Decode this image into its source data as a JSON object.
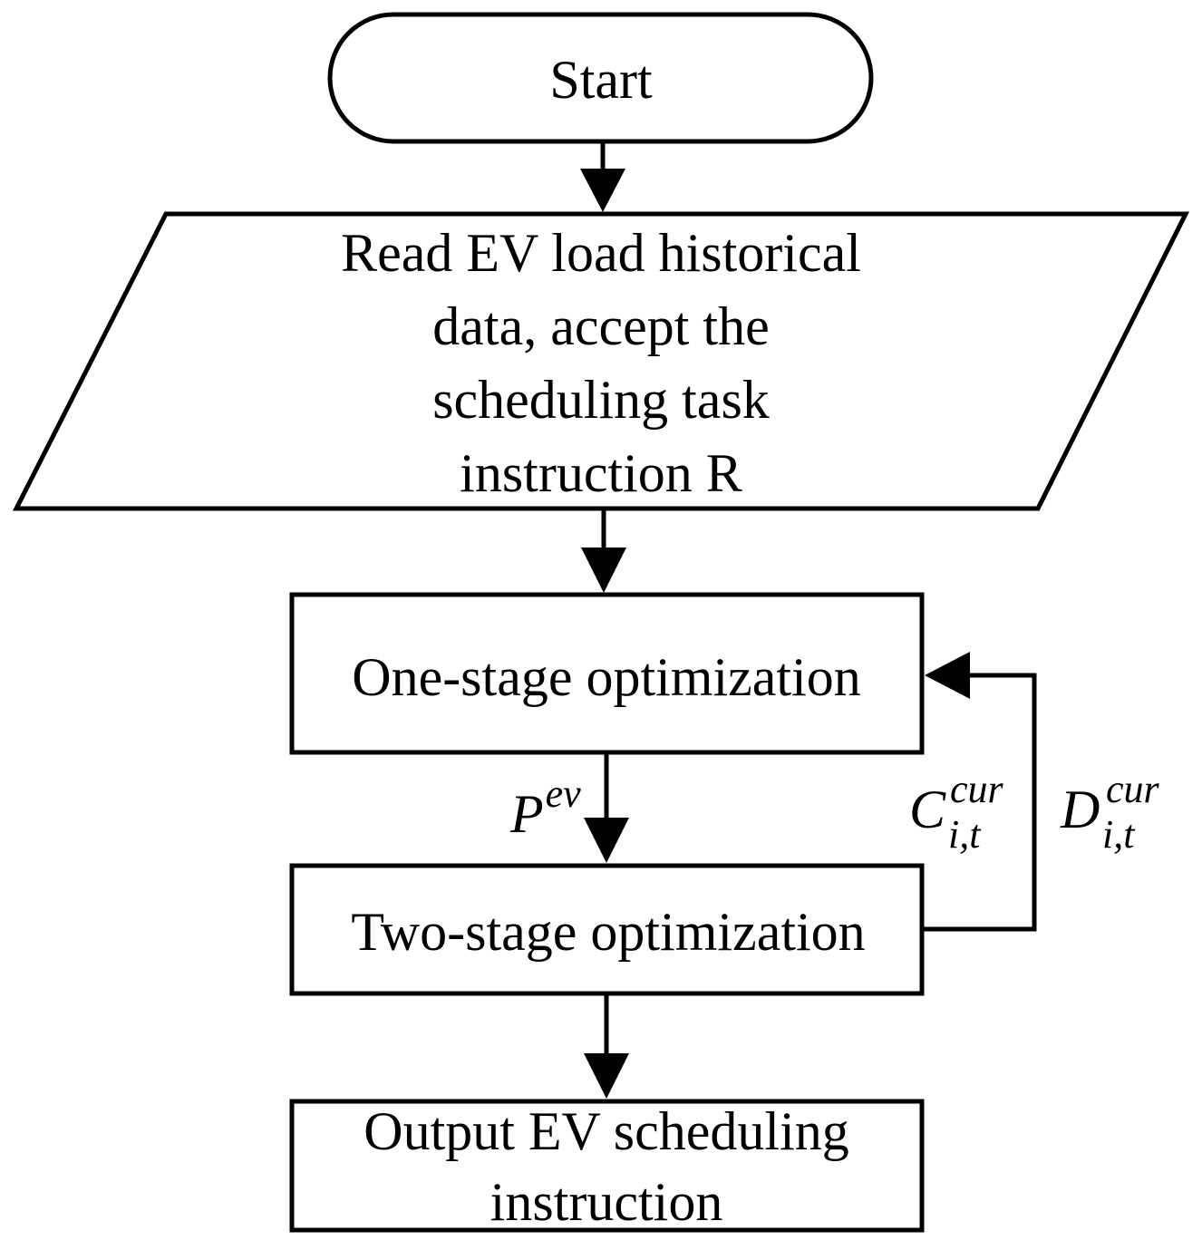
{
  "nodes": {
    "start": {
      "label": "Start"
    },
    "read": {
      "lines": [
        "Read EV load historical",
        "data, accept the",
        "scheduling task",
        "instruction R"
      ]
    },
    "stage1": {
      "label": "One-stage optimization"
    },
    "stage2": {
      "label": "Two-stage optimization"
    },
    "output": {
      "lines": [
        "Output EV scheduling",
        "instruction"
      ]
    }
  },
  "edge_labels": {
    "p_ev": {
      "base": "P",
      "sup": "ev"
    },
    "c_cur": {
      "base": "C",
      "sup": "cur",
      "sub": "i,t"
    },
    "d_cur": {
      "base": "D",
      "sup": "cur",
      "sub": "i,t"
    }
  }
}
